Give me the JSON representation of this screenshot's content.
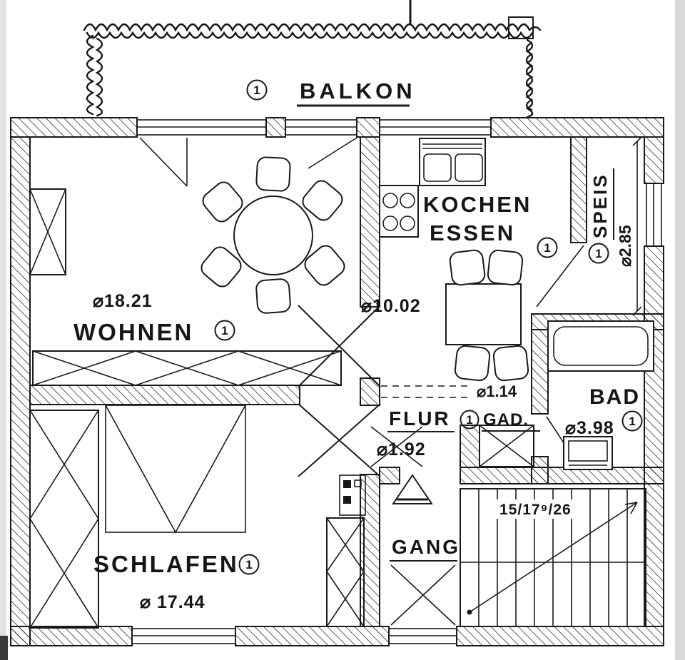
{
  "plan": {
    "door_marker": "1",
    "balkon": {
      "label": "BALKON"
    },
    "wohnen": {
      "label": "WOHNEN",
      "area": "⌀18.21"
    },
    "kochen": {
      "line1": "KOCHEN",
      "line2": "ESSEN",
      "area": "⌀10.02"
    },
    "speis": {
      "label": "SPEIS",
      "depth": "⌀2.85"
    },
    "bad": {
      "label": "BAD",
      "area": "⌀3.98"
    },
    "flur": {
      "label": "FLUR",
      "area": "⌀1.92"
    },
    "gad": {
      "label": "GAD.",
      "area": "⌀1.14"
    },
    "schlafen": {
      "label": "SCHLAFEN",
      "area": "⌀ 17.44"
    },
    "gang": {
      "label": "GANG"
    },
    "stairs": {
      "annotation": "15/17⁹/26"
    }
  }
}
